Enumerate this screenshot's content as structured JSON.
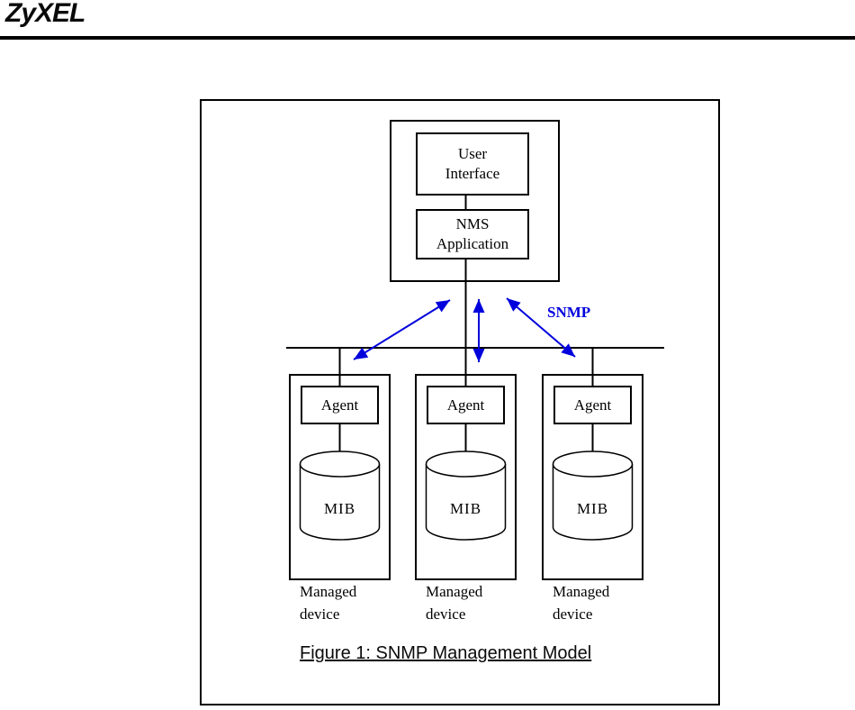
{
  "colors": {
    "snmp_arrow": "#0000dd",
    "line": "#000000"
  },
  "header": {
    "logo": "ZyXEL"
  },
  "figure": {
    "nms_station": {
      "user_interface_label": "User\nInterface",
      "nms_application_label": "NMS\nApplication"
    },
    "snmp_label": "SNMP",
    "devices": [
      {
        "agent_label": "Agent",
        "mib_label": "MIB",
        "device_label": "Managed\ndevice"
      },
      {
        "agent_label": "Agent",
        "mib_label": "MIB",
        "device_label": "Managed\ndevice"
      },
      {
        "agent_label": "Agent",
        "mib_label": "MIB",
        "device_label": "Managed\ndevice"
      }
    ],
    "caption": "Figure 1: SNMP Management Model"
  }
}
